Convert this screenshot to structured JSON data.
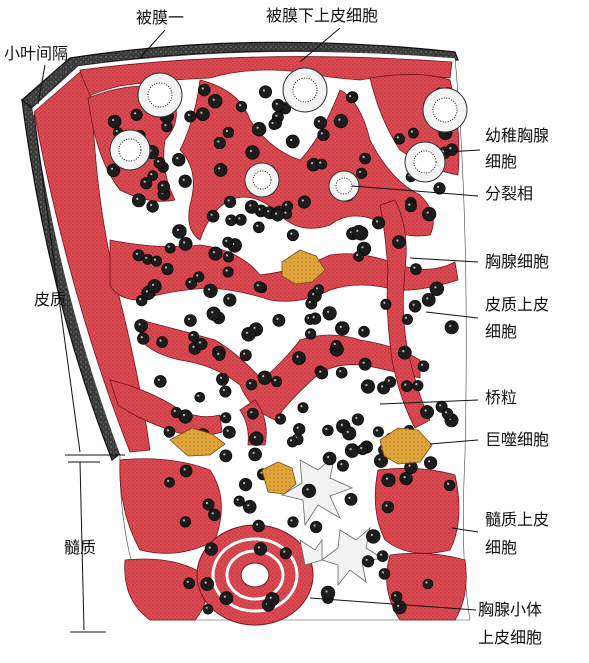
{
  "colors": {
    "epithelial": "#dc4a52",
    "epithelial_dot": "#8a1420",
    "lymphocyte": "#1c1c1c",
    "macrophage": "#e0a53a",
    "capsule": "#2a2a2a",
    "ink": "#111111"
  },
  "labels": {
    "capsule": "被膜一",
    "subcapsular_epithelial": "被膜下上皮细胞",
    "interlobular_septum": "小叶间隔",
    "immature_thymocyte_1": "幼稚胸腺",
    "immature_thymocyte_2": "细胞",
    "mitotic_figure": "分裂相",
    "thymocyte": "胸腺细胞",
    "cortex": "皮质",
    "cortical_epithelial_1": "皮质上皮",
    "cortical_epithelial_2": "细胞",
    "bridge_granule": "桥粒",
    "macrophage": "巨噬细胞",
    "medulla": "髓质",
    "medullary_epithelial_1": "髓质上皮",
    "medullary_epithelial_2": "细胞",
    "thymic_corpuscle_1": "胸腺小体",
    "thymic_corpuscle_2": "上皮细胞"
  }
}
